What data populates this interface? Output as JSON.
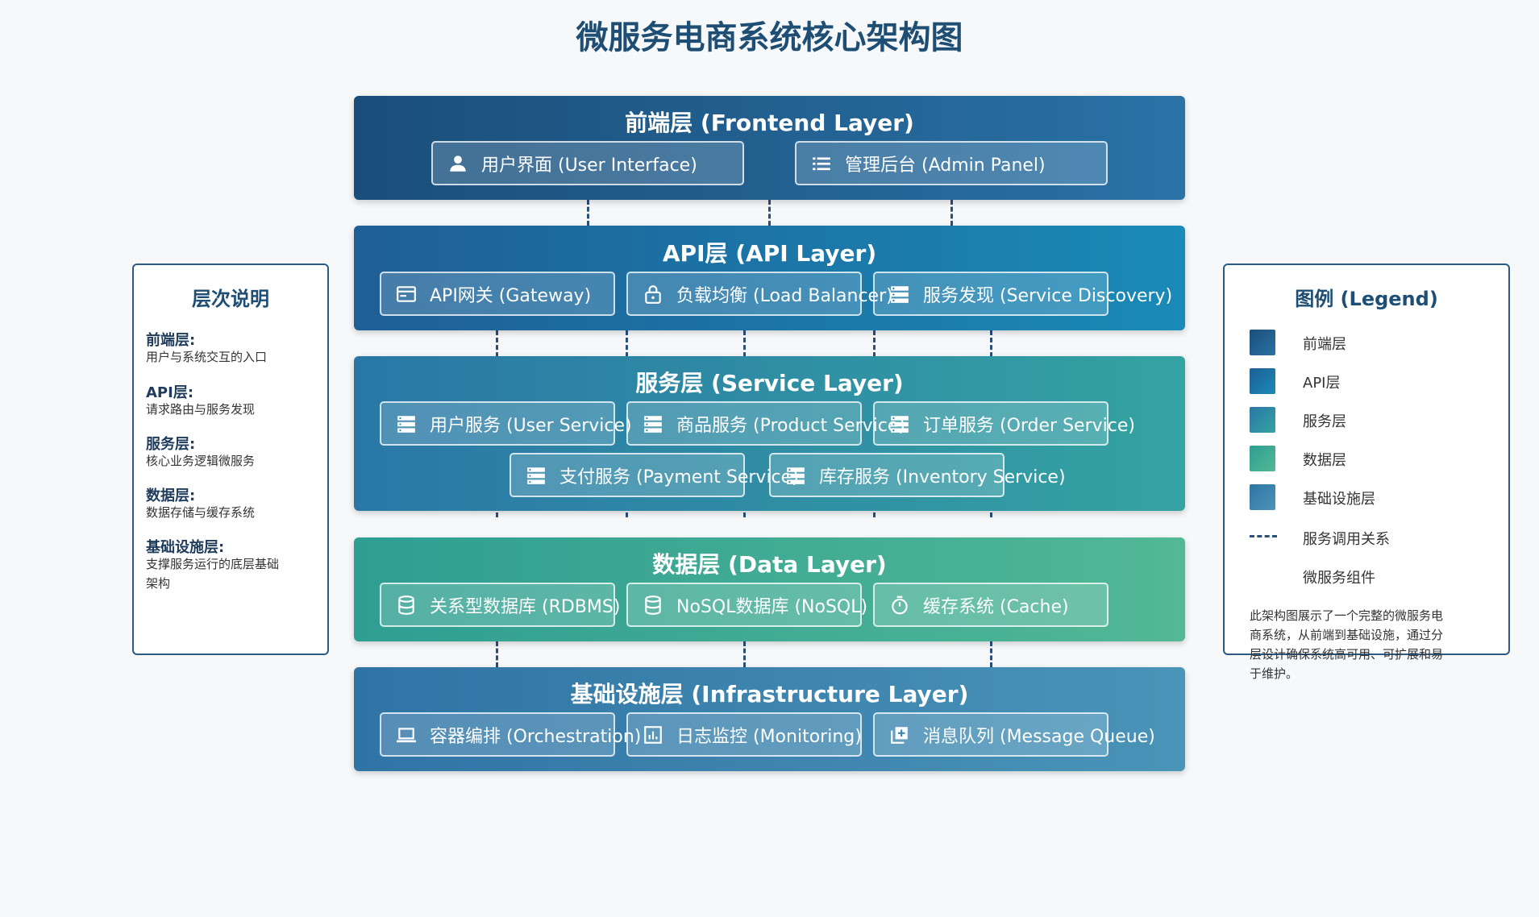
{
  "title": "微服务电商系统核心架构图",
  "layers": {
    "frontend": {
      "title": "前端层 (Frontend Layer)",
      "components": [
        {
          "label": "用户界面 (User Interface)",
          "icon": "user-icon"
        },
        {
          "label": "管理后台 (Admin Panel)",
          "icon": "list-icon"
        }
      ]
    },
    "api": {
      "title": "API层 (API Layer)",
      "components": [
        {
          "label": "API网关 (Gateway)",
          "icon": "gateway-icon"
        },
        {
          "label": "负载均衡 (Load Balancer)",
          "icon": "lock-icon"
        },
        {
          "label": "服务发现 (Service Discovery)",
          "icon": "server-icon"
        }
      ]
    },
    "service": {
      "title": "服务层 (Service Layer)",
      "components": [
        {
          "label": "用户服务 (User Service)",
          "icon": "server-icon"
        },
        {
          "label": "商品服务 (Product Service)",
          "icon": "server-icon"
        },
        {
          "label": "订单服务 (Order Service)",
          "icon": "server-icon"
        },
        {
          "label": "支付服务 (Payment Service)",
          "icon": "server-icon"
        },
        {
          "label": "库存服务 (Inventory Service)",
          "icon": "server-icon"
        }
      ]
    },
    "data": {
      "title": "数据层 (Data Layer)",
      "components": [
        {
          "label": "关系型数据库 (RDBMS)",
          "icon": "database-icon"
        },
        {
          "label": "NoSQL数据库 (NoSQL)",
          "icon": "database-icon"
        },
        {
          "label": "缓存系统 (Cache)",
          "icon": "timer-icon"
        }
      ]
    },
    "infra": {
      "title": "基础设施层 (Infrastructure Layer)",
      "components": [
        {
          "label": "容器编排 (Orchestration)",
          "icon": "laptop-icon"
        },
        {
          "label": "日志监控 (Monitoring)",
          "icon": "chart-icon"
        },
        {
          "label": "消息队列 (Message Queue)",
          "icon": "queue-add-icon"
        }
      ]
    }
  },
  "explanation": {
    "title": "层次说明",
    "items": [
      {
        "head": "前端层:",
        "desc": "用户与系统交互的入口"
      },
      {
        "head": "API层:",
        "desc": "请求路由与服务发现"
      },
      {
        "head": "服务层:",
        "desc": "核心业务逻辑微服务"
      },
      {
        "head": "数据层:",
        "desc": "数据存储与缓存系统"
      },
      {
        "head": "基础设施层:",
        "desc": "支撑服务运行的底层基础架构"
      }
    ]
  },
  "legend": {
    "title": "图例 (Legend)",
    "items": [
      {
        "label": "前端层",
        "color": "#1f5a87"
      },
      {
        "label": "API层",
        "color": "#1f77ab"
      },
      {
        "label": "服务层",
        "color": "#2a8fa8"
      },
      {
        "label": "数据层",
        "color": "#3fae8a"
      },
      {
        "label": "基础设施层",
        "color": "#3a86b0"
      },
      {
        "label": "服务调用关系",
        "color": "#2a4f78"
      },
      {
        "label": "微服务组件",
        "color": "#ffffff"
      }
    ],
    "note": "此架构图展示了一个完整的微服务电商系统，从前端到基础设施，通过分层设计确保系统高可用、可扩展和易于维护。"
  },
  "colors": {
    "frontend_gradient": [
      "#1a4e7a",
      "#2a72a6"
    ],
    "api_gradient": [
      "#1e5f95",
      "#1a8ab8"
    ],
    "service_gradient": [
      "#2a77a6",
      "#34a3a2"
    ],
    "data_gradient": [
      "#2f9e92",
      "#52b895"
    ],
    "infra_gradient": [
      "#2f74a5",
      "#4a94b8"
    ],
    "connector": "#2a4f78"
  }
}
